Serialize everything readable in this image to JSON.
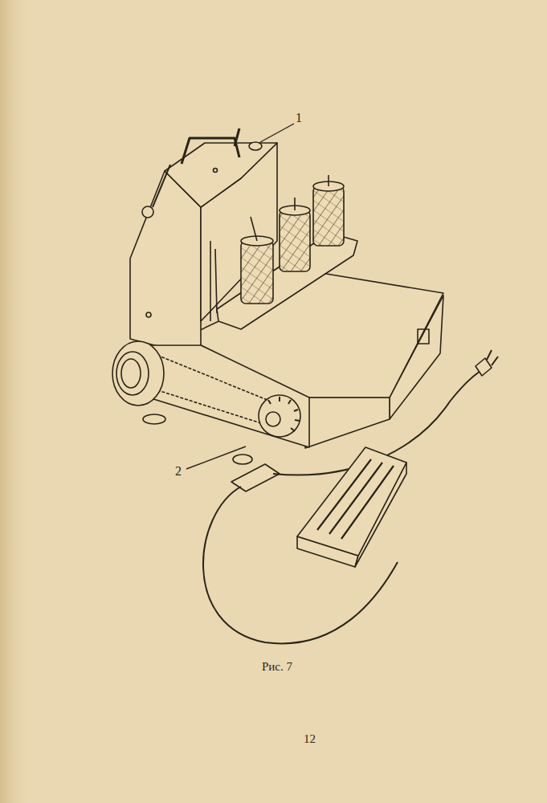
{
  "diagram": {
    "caption": "Рис. 7",
    "labels": [
      "1",
      "2",
      "12"
    ]
  }
}
